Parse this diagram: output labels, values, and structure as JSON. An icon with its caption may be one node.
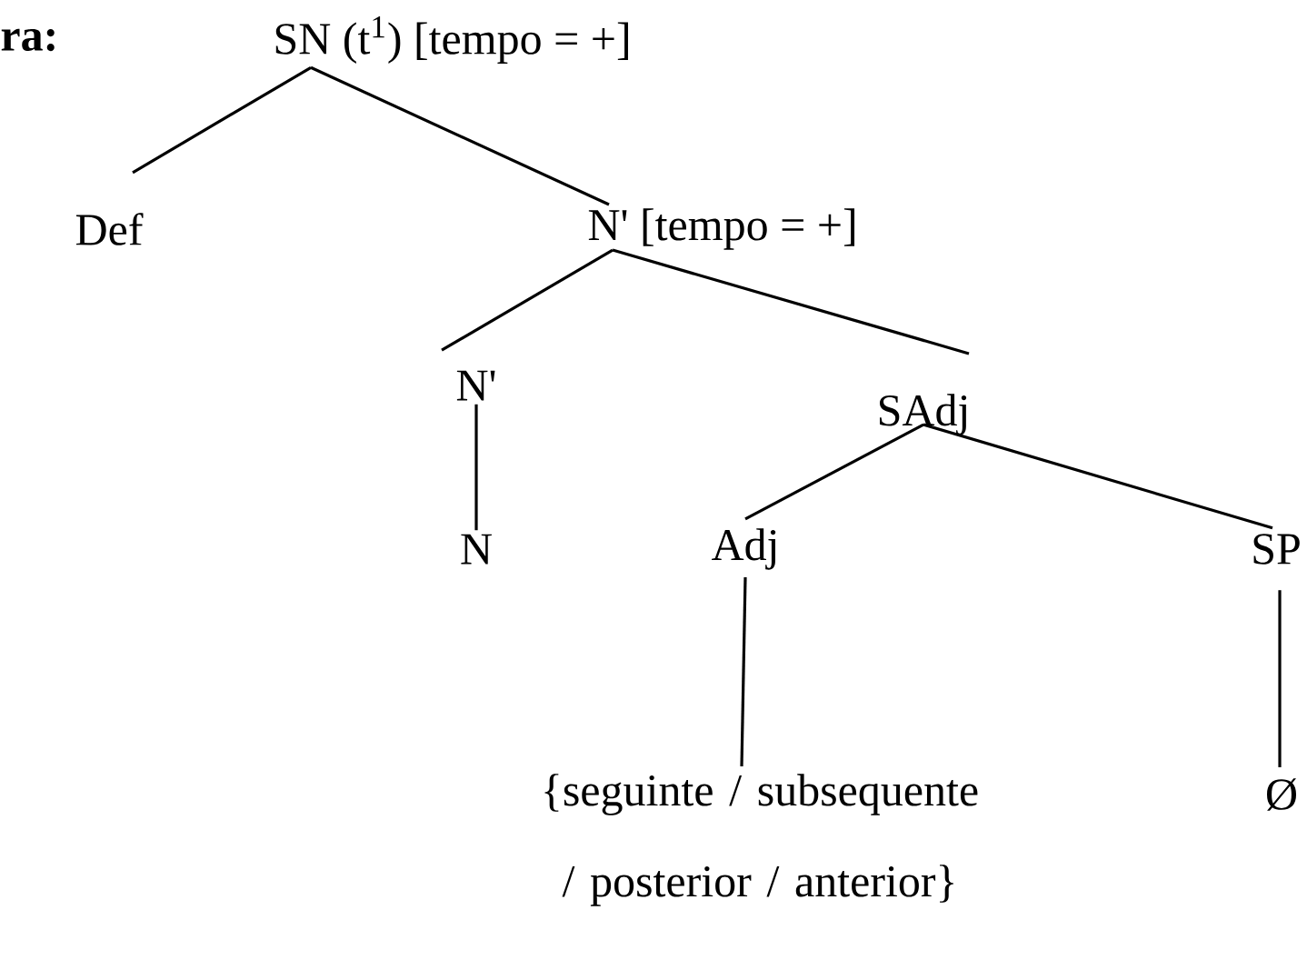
{
  "diagram": {
    "nodes": [
      {
        "text": [
          "SN (t$^{1}$) [tempo = +]"
        ]
      },
      {
        "text": [
          "Def"
        ]
      },
      {
        "text": [
          "N' [tempo = +]"
        ]
      },
      {
        "text": [
          "N'"
        ]
      },
      {
        "text": [
          "SAdj"
        ]
      },
      {
        "text": [
          "N"
        ]
      },
      {
        "text": [
          "Adj"
        ]
      },
      {
        "text": [
          "SP"
        ]
      },
      {
        "text": [
          "{seguinte / subsequente / posterior / anterior}"
        ]
      },
      {
        "text": [
          "Ø"
        ]
      }
    ],
    "edges": [
      {
        "from": 0,
        "to": 1,
        "arrow": "none"
      },
      {
        "from": 0,
        "to": 2,
        "arrow": "none"
      },
      {
        "from": 2,
        "to": 3,
        "arrow": "none"
      },
      {
        "from": 2,
        "to": 4,
        "arrow": "none"
      },
      {
        "from": 3,
        "to": 5,
        "arrow": "none"
      },
      {
        "from": 4,
        "to": 6,
        "arrow": "none"
      },
      {
        "from": 4,
        "to": 7,
        "arrow": "none"
      },
      {
        "from": 6,
        "to": 8,
        "arrow": "none"
      },
      {
        "from": 7,
        "to": 9,
        "arrow": "none"
      }
    ],
    "labels": [
      "ra:"
    ]
  }
}
